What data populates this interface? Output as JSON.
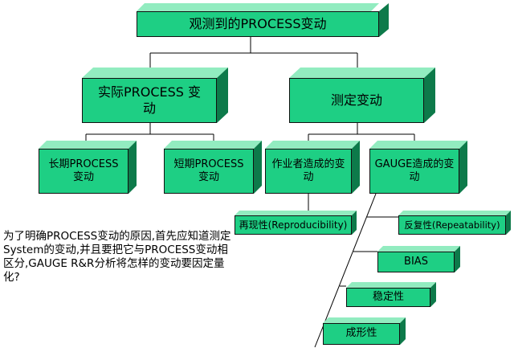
{
  "nodes": {
    "root": "观测到的PROCESS变动",
    "actual_process": "实际PROCESS 变动",
    "measurement": "测定变动",
    "long_term": "长期PROCESS 变动",
    "short_term": "短期PROCESS 变动",
    "operator": "作业者造成的变动",
    "gauge": "GAUGE造成的变动",
    "reproducibility": "再现性(Reproducibility)",
    "repeatability": "反复性(Repeatability)",
    "bias": "BIAS",
    "stability": "稳定性",
    "linearity": "成形性"
  },
  "note": "为了明确PROCESS变动的原因,首先应知道测定System的变动,并且要把它与PROCESS变动相区分,GAUGE  R&R分析将怎样的变动要因定量化?",
  "colors": {
    "face": "#1ecf84",
    "top": "#92ecc0",
    "side": "#0d7a4a",
    "line": "#000000"
  }
}
